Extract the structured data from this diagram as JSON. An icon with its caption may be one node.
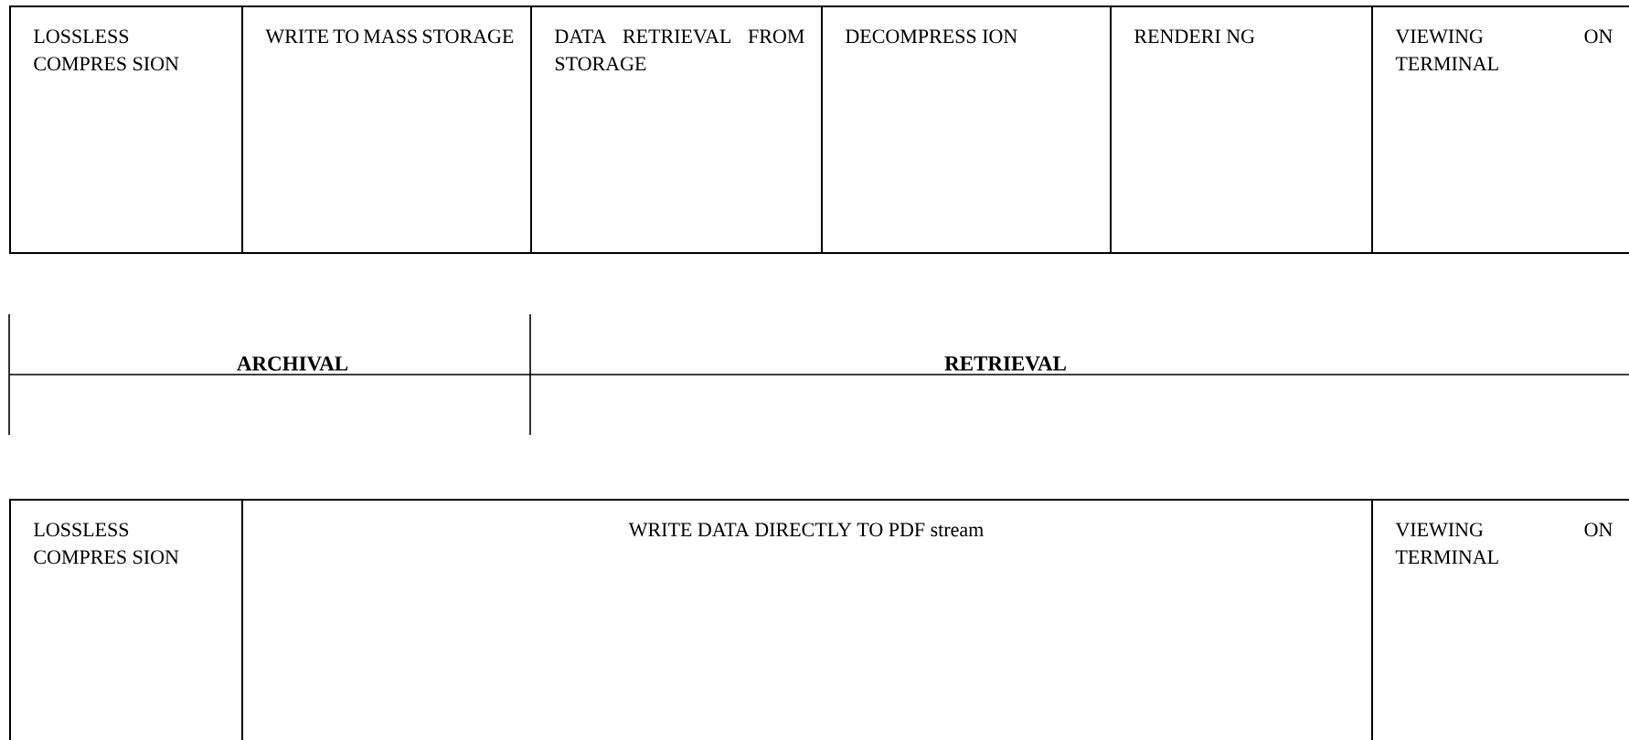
{
  "diagram": {
    "nodes": [
      {
        "text": [
          "LOSSLESS COMPRES SION"
        ]
      },
      {
        "text": [
          "WRITE TO MASS STORAGE"
        ]
      },
      {
        "text": [
          "DATA RETRIEVAL FROM STORAGE"
        ]
      },
      {
        "text": [
          "DECOMPRESS ION"
        ]
      },
      {
        "text": [
          "RENDERI NG"
        ]
      },
      {
        "text": [
          "VIEWING ON TERMINAL"
        ]
      },
      {
        "text": [
          "ARCHIVAL"
        ]
      },
      {
        "text": [
          "RETRIEVAL"
        ]
      },
      {
        "text": [
          "LOSSLESS COMPRES SION"
        ]
      },
      {
        "text": [
          "WRITE DATA DIRECTLY TO PDF stream"
        ]
      },
      {
        "text": [
          "VIEWING ON TERMINAL"
        ]
      }
    ],
    "edges": []
  }
}
